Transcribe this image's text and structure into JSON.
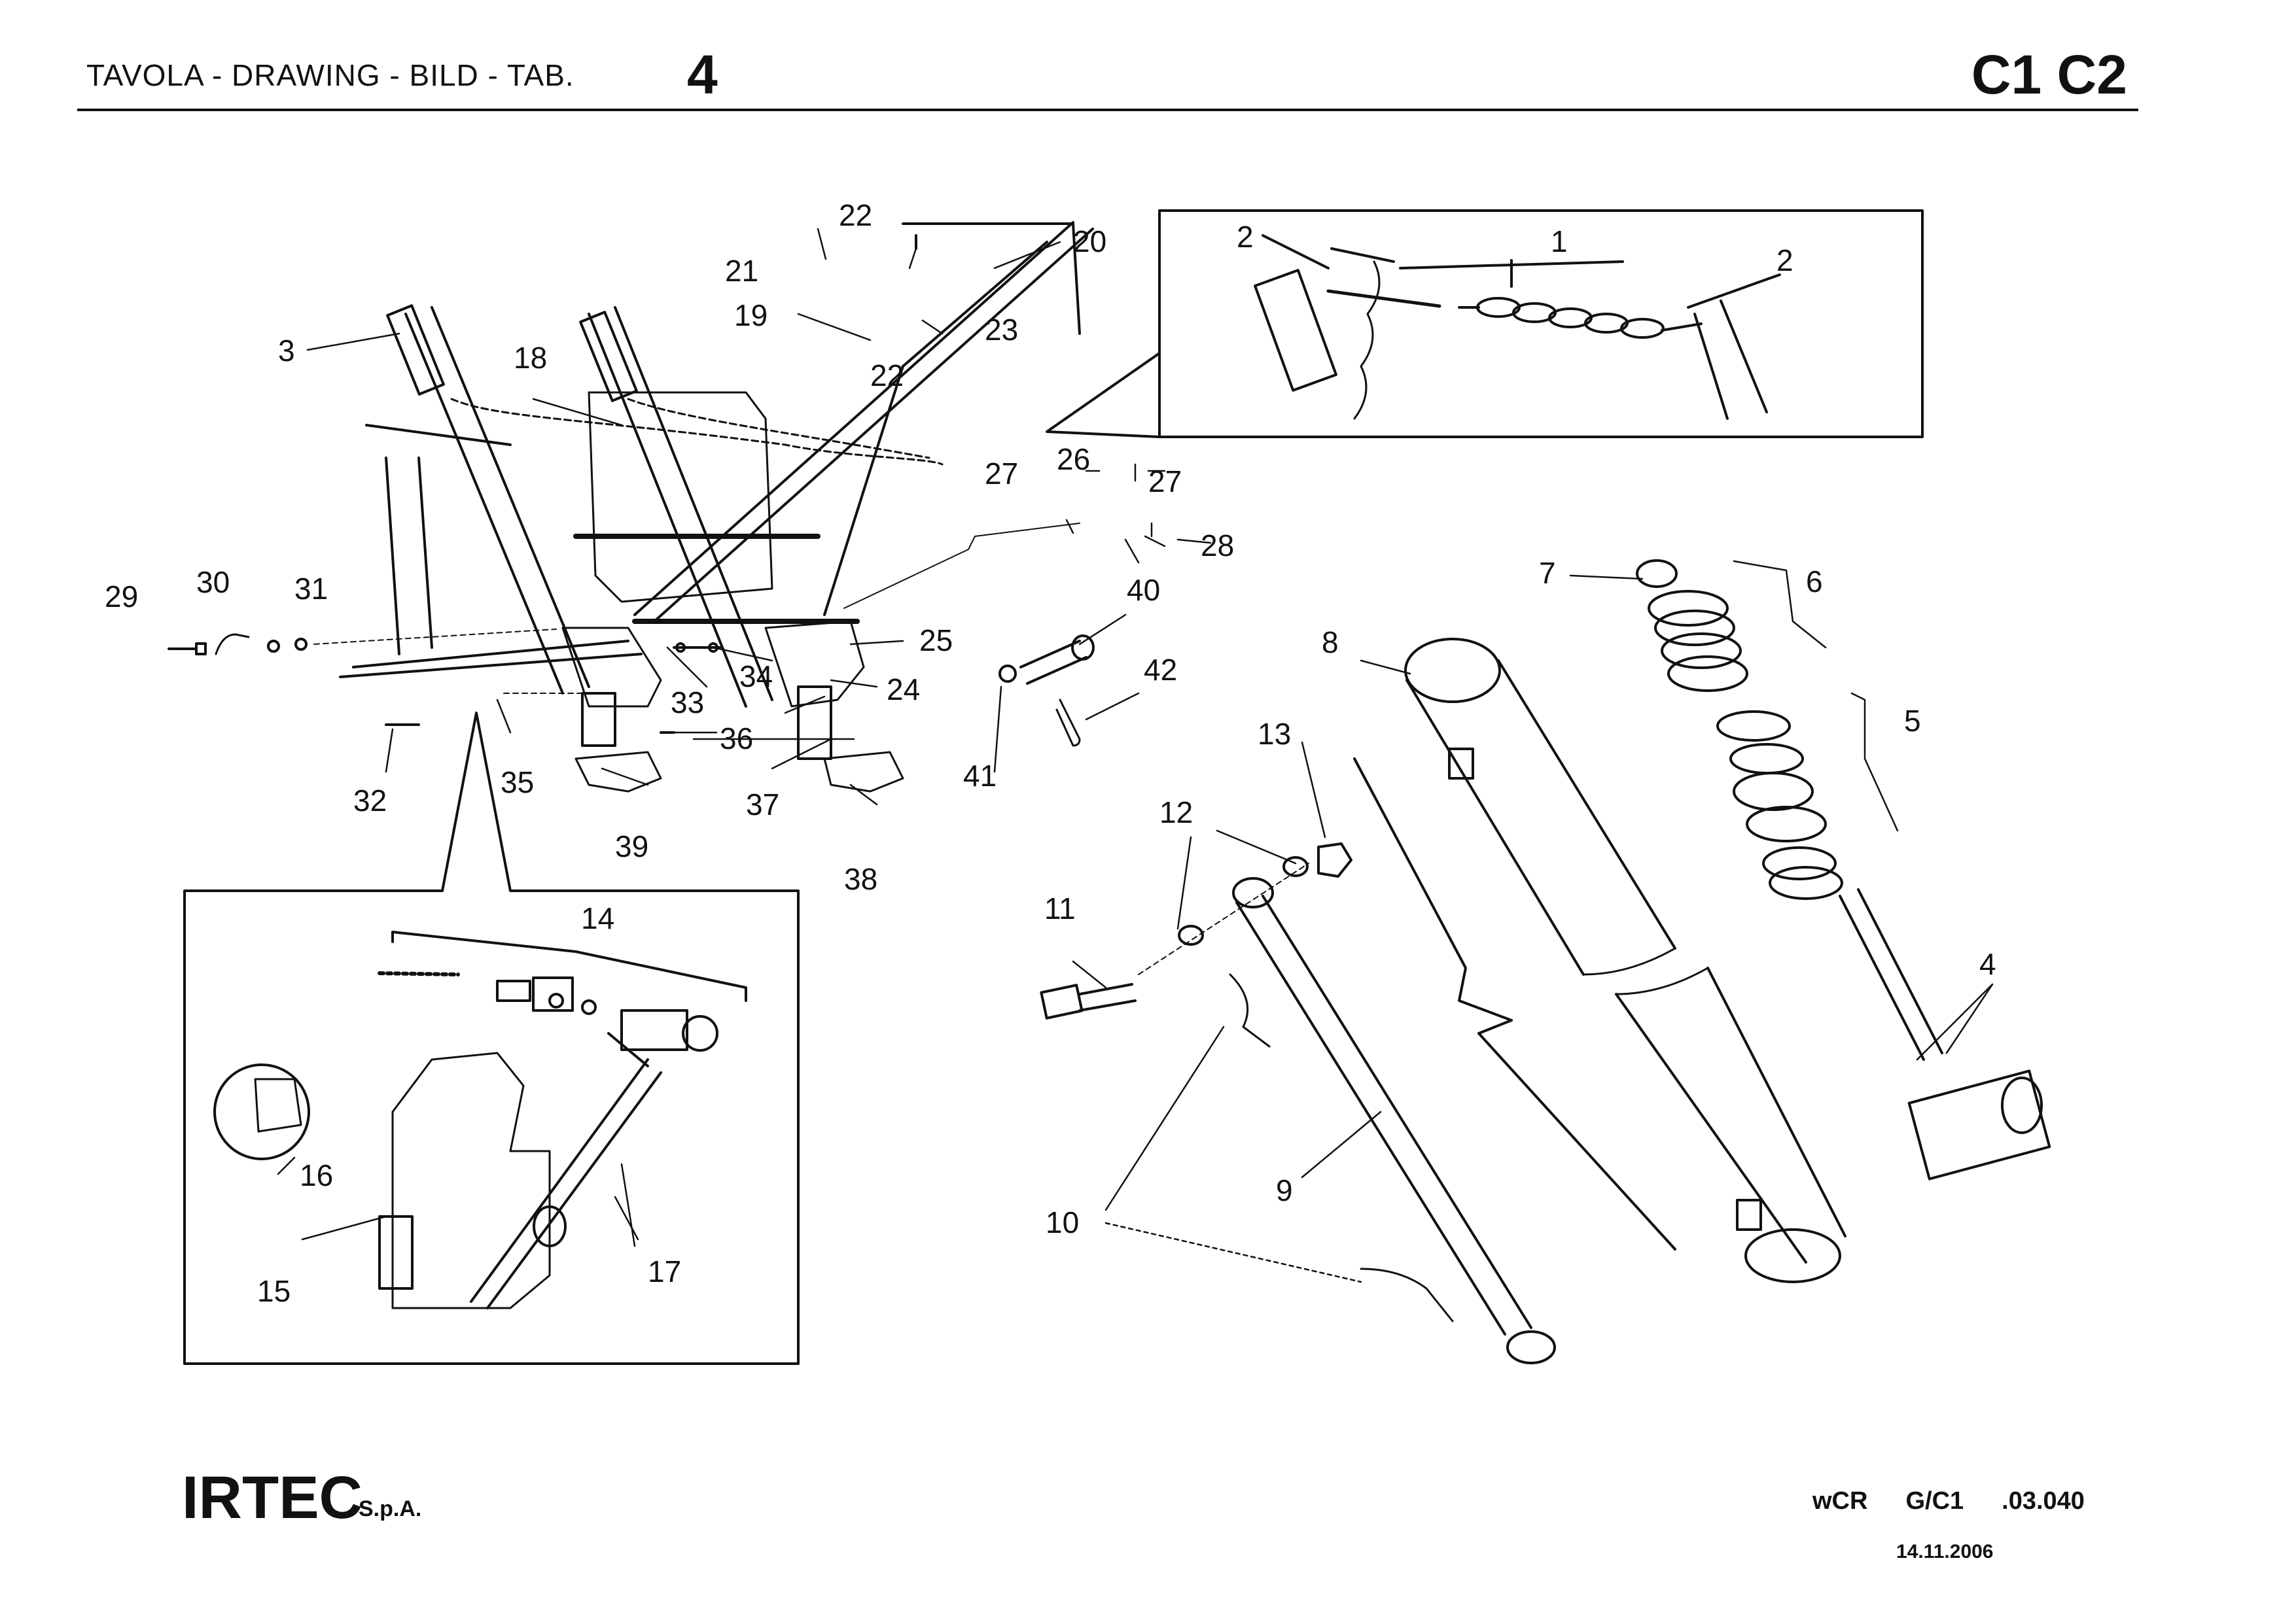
{
  "header": {
    "title": "TAVOLA - DRAWING - BILD - TAB.",
    "table_number": "4",
    "models": "C1 C2"
  },
  "footer": {
    "company": "IRTEC",
    "company_suffix": "S.p.A.",
    "code_parts": [
      "wCR",
      "G/C1",
      ".03.040"
    ],
    "date": "14.11.2006"
  },
  "callouts": {
    "c1": "1",
    "c2a": "2",
    "c2b": "2",
    "c3": "3",
    "c4": "4",
    "c5": "5",
    "c6": "6",
    "c7": "7",
    "c8": "8",
    "c9": "9",
    "c10a": "10",
    "c11": "11",
    "c12": "12",
    "c13": "13",
    "c14": "14",
    "c15": "15",
    "c16": "16",
    "c17": "17",
    "c18": "18",
    "c19": "19",
    "c20": "20",
    "c21": "21",
    "c22a": "22",
    "c22b": "22",
    "c23": "23",
    "c24": "24",
    "c25": "25",
    "c26": "26",
    "c27a": "27",
    "c27b": "27",
    "c28": "28",
    "c29": "29",
    "c30": "30",
    "c31": "31",
    "c32": "32",
    "c33": "33",
    "c34": "34",
    "c35": "35",
    "c36": "36",
    "c37": "37",
    "c38": "38",
    "c39": "39",
    "c40": "40",
    "c41": "41",
    "c42": "42"
  }
}
